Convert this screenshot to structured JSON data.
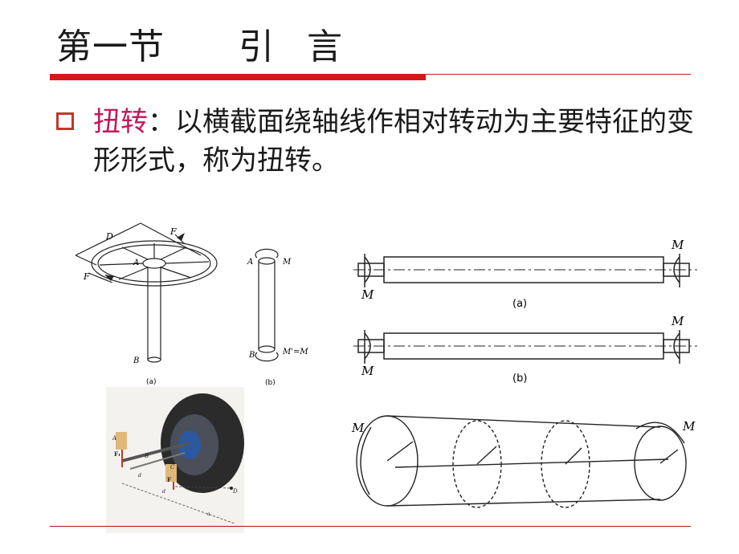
{
  "slide": {
    "title_part1": "第一节",
    "title_part2": "引",
    "title_part3": "言",
    "term": "扭转",
    "definition": "：以横截面绕轴线作相对转动为主要特征的变形形式，称为扭转。"
  },
  "figures": {
    "steering": {
      "label_D": "D",
      "label_F1": "F",
      "label_F2": "F",
      "label_A": "A",
      "label_B": "B",
      "caption": "(a)"
    },
    "shaft": {
      "label_A": "A",
      "label_M": "M",
      "label_B": "B",
      "label_M2": "M'=M",
      "caption": "(b)"
    },
    "bar_a": {
      "label_M_left": "M",
      "label_M_right": "M",
      "caption": "(a)"
    },
    "bar_b": {
      "label_M_left": "M",
      "label_M_right": "M",
      "caption": "(b)"
    },
    "cylinder": {
      "label_M_left": "M",
      "label_M_right": "M"
    },
    "wheel": {
      "label_A": "A",
      "label_F1": "F₁",
      "label_B": "B",
      "label_C": "C",
      "label_F": "F",
      "label_D": "D",
      "label_d1": "d",
      "label_d2": "d",
      "label_a": "a"
    }
  },
  "colors": {
    "accent_red": "#d11a1a",
    "term_pink": "#c2185b"
  }
}
